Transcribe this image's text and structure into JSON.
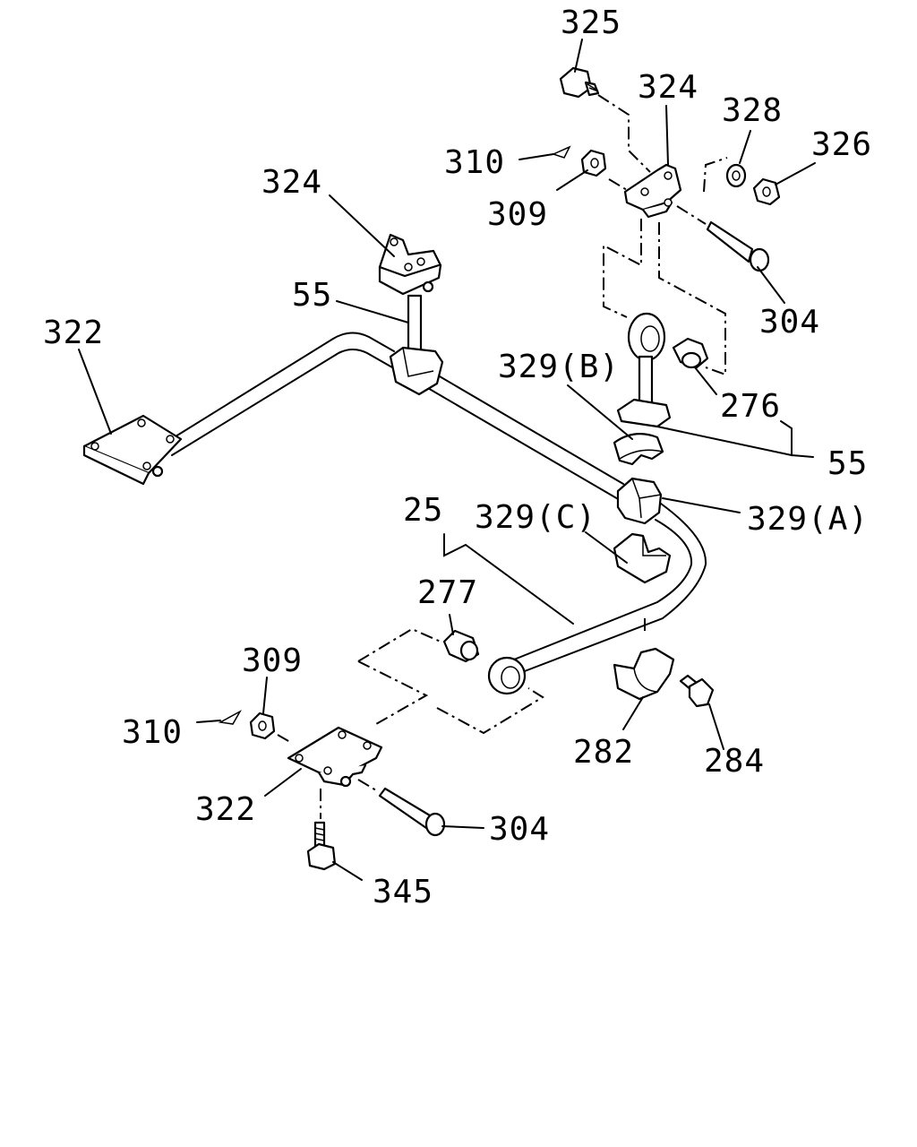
{
  "callouts": [
    {
      "id": "325-top",
      "text": "325"
    },
    {
      "id": "324-top",
      "text": "324"
    },
    {
      "id": "328",
      "text": "328"
    },
    {
      "id": "326",
      "text": "326"
    },
    {
      "id": "310-top",
      "text": "310"
    },
    {
      "id": "309-top",
      "text": "309"
    },
    {
      "id": "324-left",
      "text": "324"
    },
    {
      "id": "55-upper",
      "text": "55"
    },
    {
      "id": "322-left",
      "text": "322"
    },
    {
      "id": "304-top",
      "text": "304"
    },
    {
      "id": "329b",
      "text": "329(B)"
    },
    {
      "id": "276",
      "text": "276"
    },
    {
      "id": "55-right",
      "text": "55"
    },
    {
      "id": "25",
      "text": "25"
    },
    {
      "id": "329c",
      "text": "329(C)"
    },
    {
      "id": "329a",
      "text": "329(A)"
    },
    {
      "id": "277",
      "text": "277"
    },
    {
      "id": "309-bottom",
      "text": "309"
    },
    {
      "id": "310-bottom",
      "text": "310"
    },
    {
      "id": "282",
      "text": "282"
    },
    {
      "id": "284",
      "text": "284"
    },
    {
      "id": "322-bottom",
      "text": "322"
    },
    {
      "id": "304-bottom",
      "text": "304"
    },
    {
      "id": "345",
      "text": "345"
    }
  ]
}
